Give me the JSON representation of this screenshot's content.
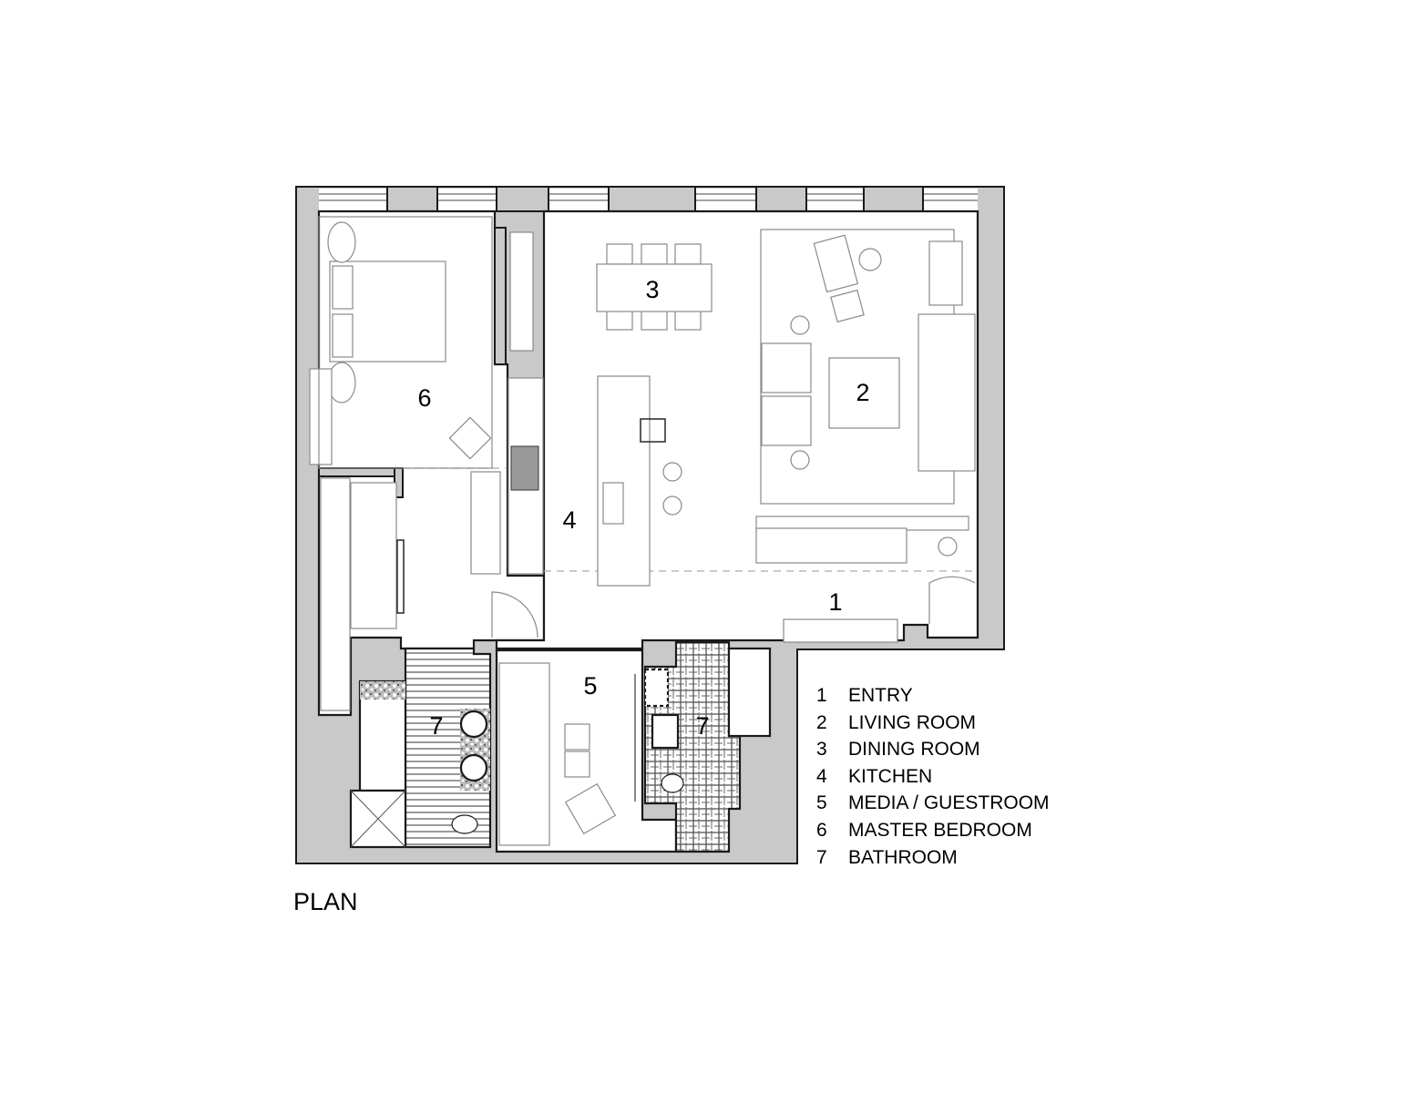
{
  "plan": {
    "title": "PLAN",
    "room_labels": {
      "entry": "1",
      "living_room": "2",
      "dining_room": "3",
      "kitchen": "4",
      "media_guestroom": "5",
      "master_bedroom": "6",
      "bathroom_left": "7",
      "bathroom_right": "7"
    },
    "legend": [
      {
        "num": "1",
        "label": "ENTRY"
      },
      {
        "num": "2",
        "label": "LIVING ROOM"
      },
      {
        "num": "3",
        "label": "DINING ROOM"
      },
      {
        "num": "4",
        "label": "KITCHEN"
      },
      {
        "num": "5",
        "label": "MEDIA / GUESTROOM"
      },
      {
        "num": "6",
        "label": "MASTER BEDROOM"
      },
      {
        "num": "7",
        "label": "BATHROOM"
      }
    ],
    "colors": {
      "wall": "#c9c9c9",
      "line": "#1a1a1a",
      "furniture": "#8a8a8a"
    }
  }
}
